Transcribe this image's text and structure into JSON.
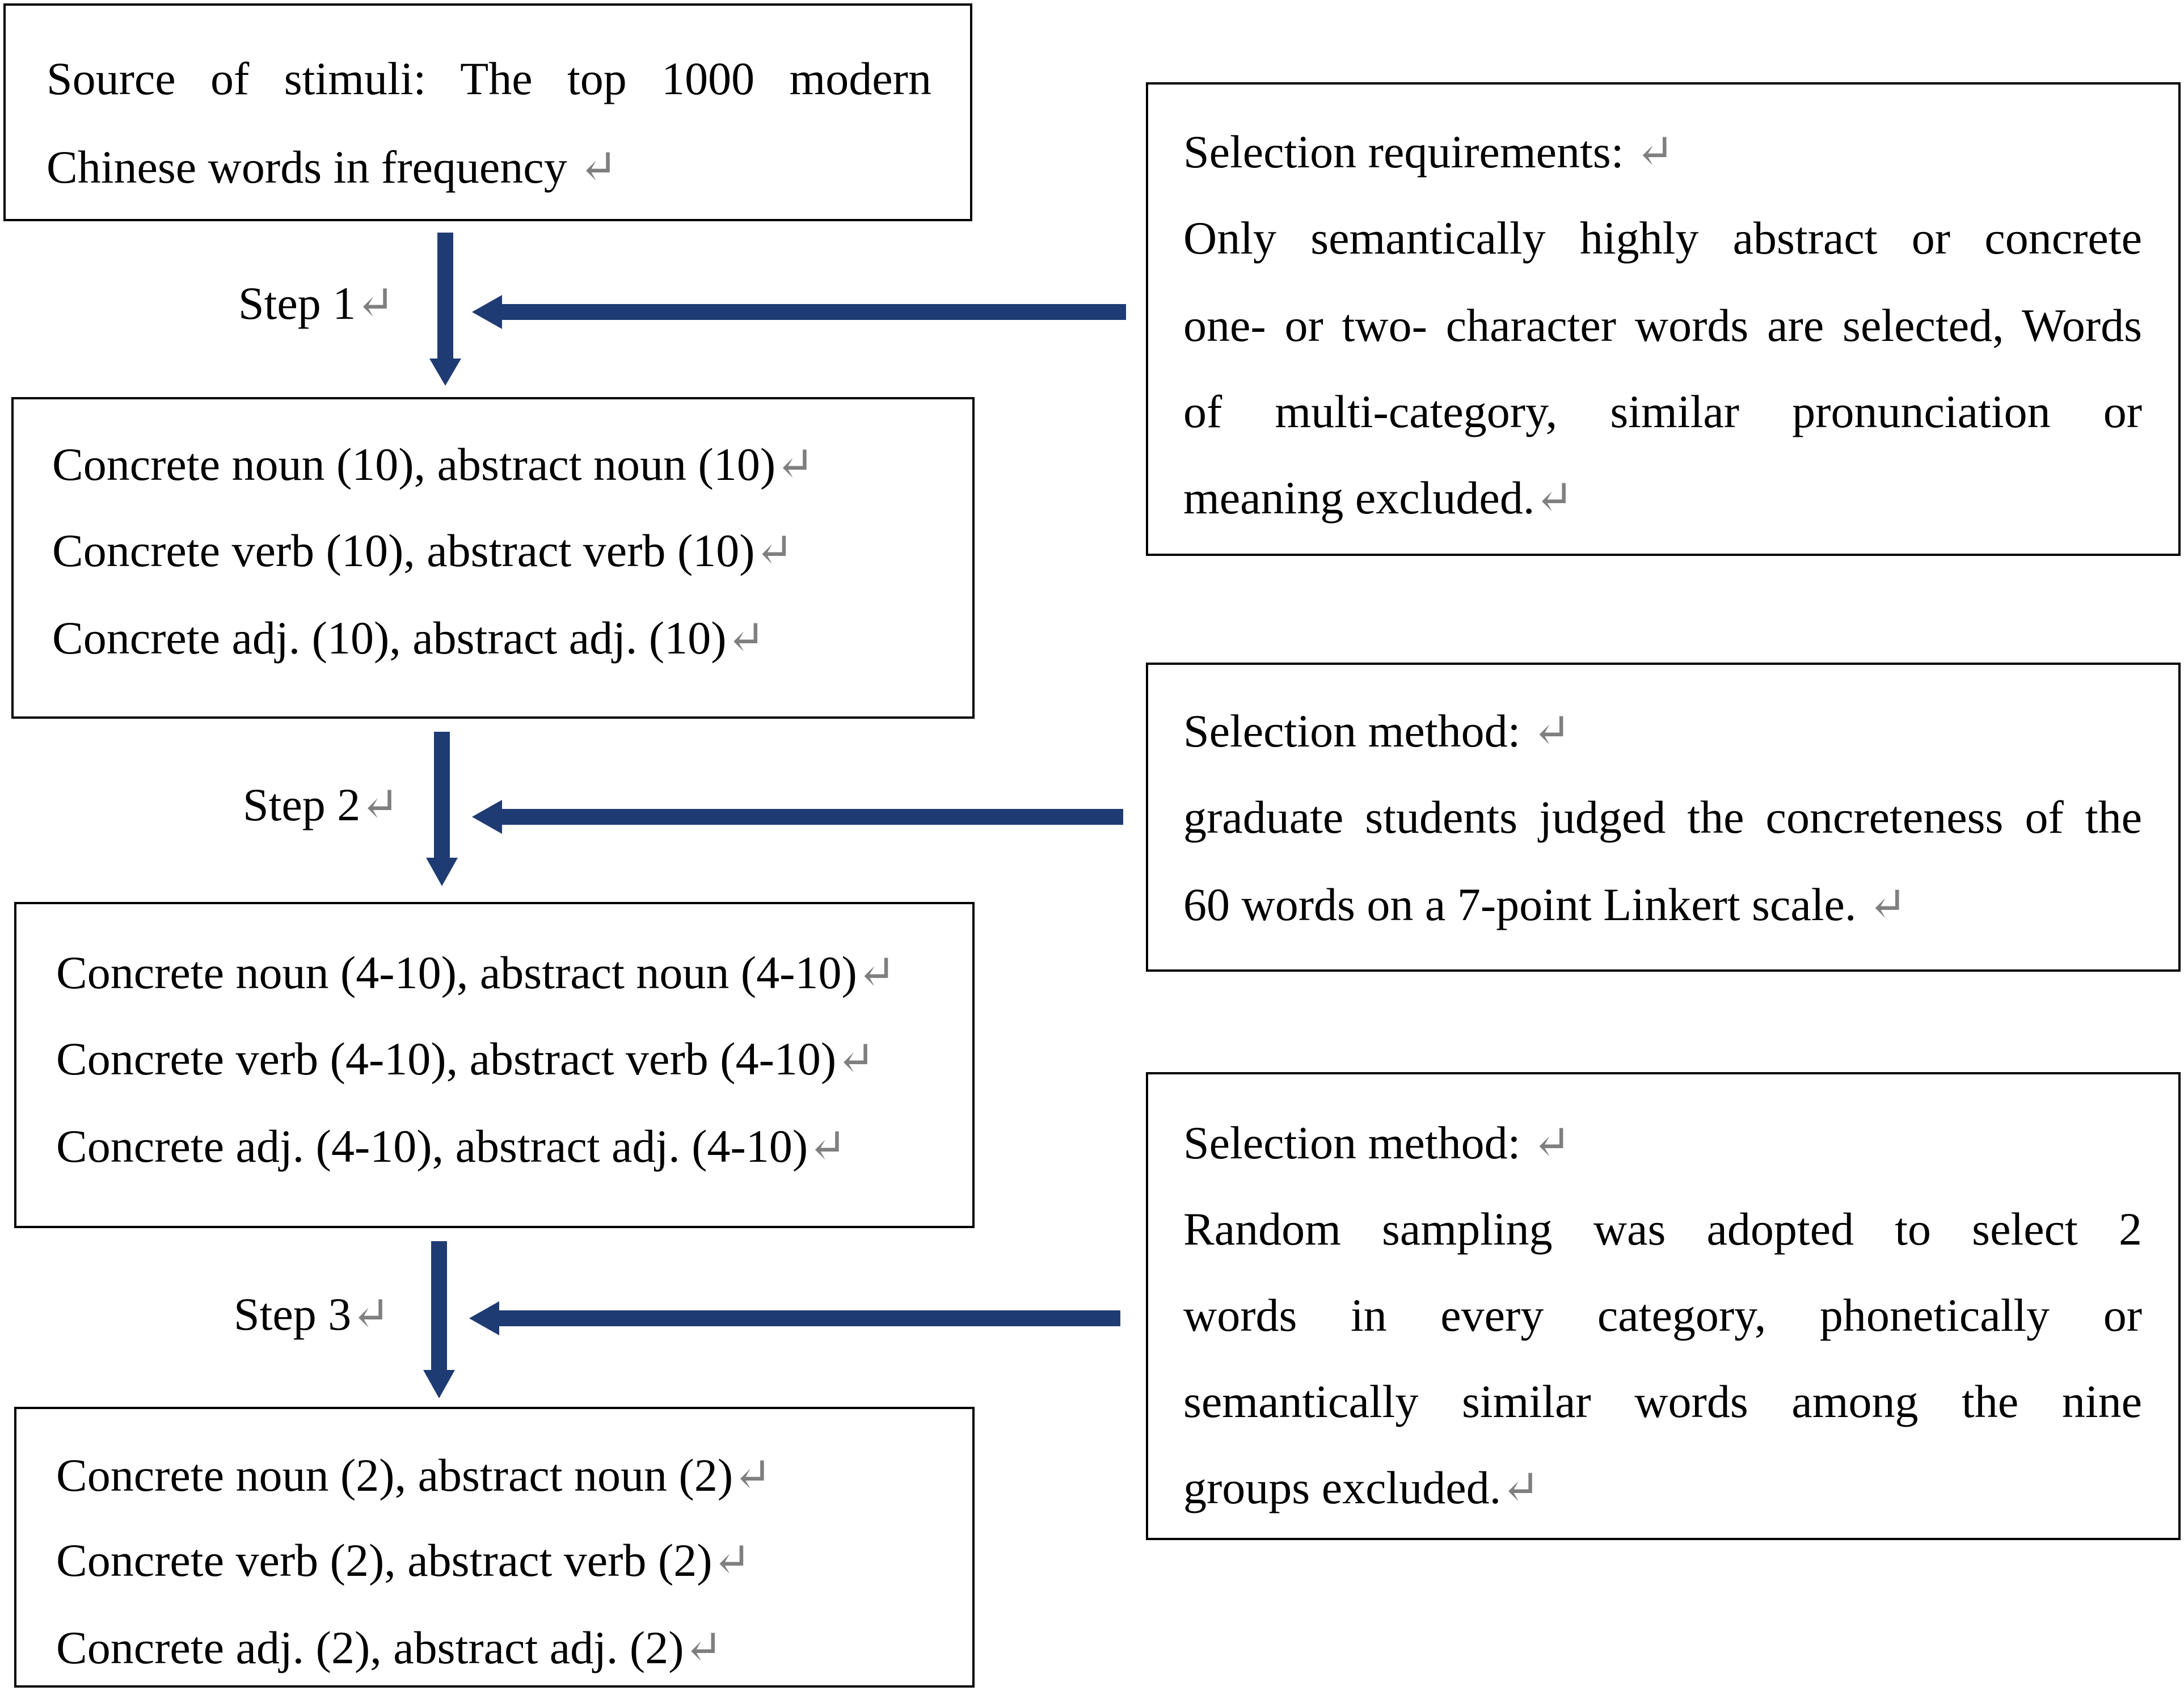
{
  "return_mark": "↵",
  "colors": {
    "arrow": "#1f3b73",
    "border": "#000000",
    "return_mark": "#7f7f7f"
  },
  "left_boxes": {
    "source": {
      "lines": [
        "Source of stimuli: The top 1000 modern",
        "Chinese words in frequency"
      ]
    },
    "step1_result": {
      "lines": [
        "Concrete noun (10), abstract noun (10)",
        "Concrete verb (10), abstract verb (10)",
        "Concrete adj. (10), abstract adj. (10)"
      ]
    },
    "step2_result": {
      "lines": [
        "Concrete noun (4-10), abstract noun (4-10)",
        "Concrete verb (4-10), abstract verb (4-10)",
        "Concrete adj. (4-10), abstract adj. (4-10)"
      ]
    },
    "step3_result": {
      "lines": [
        "Concrete noun (2), abstract noun (2)",
        "Concrete verb (2), abstract verb (2)",
        "Concrete adj. (2), abstract adj. (2)"
      ]
    }
  },
  "steps": [
    "Step 1",
    "Step 2",
    "Step 3"
  ],
  "right_boxes": {
    "requirements": {
      "lines": [
        "Selection requirements:",
        "Only semantically highly abstract or concrete",
        "one- or two- character words are selected, Words",
        "of multi-category, similar pronunciation or",
        "meaning excluded."
      ]
    },
    "method1": {
      "lines": [
        "Selection method:",
        "graduate students judged the concreteness of the",
        "60 words on a 7-point Linkert scale."
      ]
    },
    "method2": {
      "lines": [
        "Selection method:",
        "Random sampling was adopted to select 2",
        "words in every category, phonetically or",
        "semantically similar words among the nine",
        "groups excluded."
      ]
    }
  }
}
